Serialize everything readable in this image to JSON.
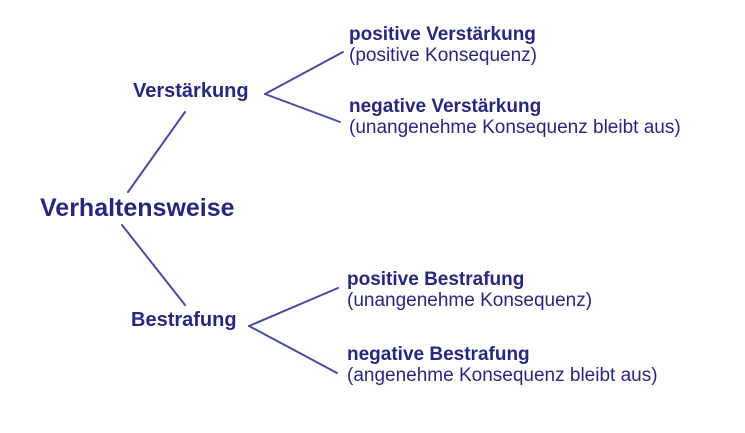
{
  "diagram": {
    "root": {
      "label": "Verhaltensweise"
    },
    "branches": [
      {
        "label": "Verstärkung",
        "children": [
          {
            "title": "positive Verstärkung",
            "subtitle": "(positive Konsequenz)"
          },
          {
            "title": "negative Verstärkung",
            "subtitle": "(unangenehme Konsequenz bleibt aus)"
          }
        ]
      },
      {
        "label": "Bestrafung",
        "children": [
          {
            "title": "positive Bestrafung",
            "subtitle": "(unangenehme Konsequenz)"
          },
          {
            "title": "negative Bestrafung",
            "subtitle": "(angenehme Konsequenz bleibt aus)"
          }
        ]
      }
    ],
    "colors": {
      "text": "#28287a",
      "line": "#4a4a9e",
      "background": "#ffffff"
    }
  }
}
